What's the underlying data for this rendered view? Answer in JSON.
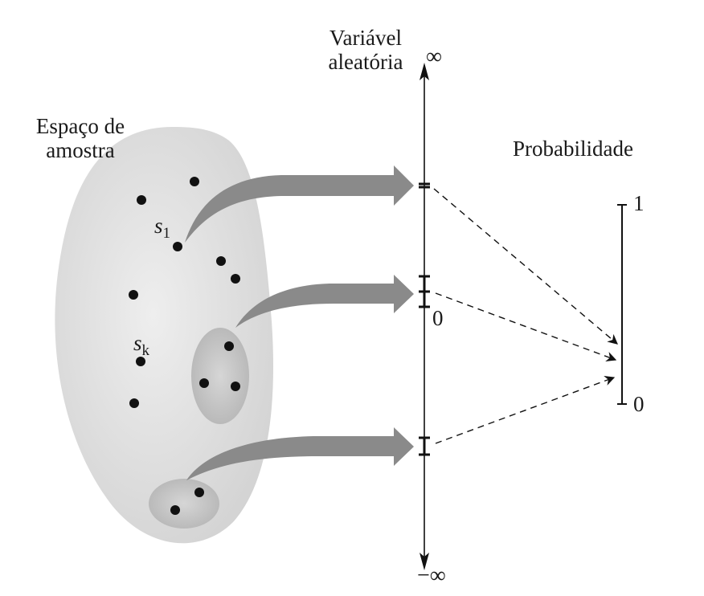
{
  "sample_space": {
    "label_line1": "Espaço de",
    "label_line2": "amostra",
    "s1_letter": "s",
    "s1_index": "1",
    "sk_letter": "s",
    "sk_index": "k"
  },
  "random_variable": {
    "label_line1": "Variável",
    "label_line2": "aleatória",
    "top_label": "∞",
    "bottom_label": "−∞",
    "zero_label": "0"
  },
  "probability": {
    "label": "Probabilidade",
    "top_label": "1",
    "bottom_label": "0"
  },
  "colors": {
    "blob_fill": "#dedede",
    "subset_fill": "#c4c4c4",
    "arrow_fill": "#8a8a8a",
    "ink": "#111111"
  }
}
